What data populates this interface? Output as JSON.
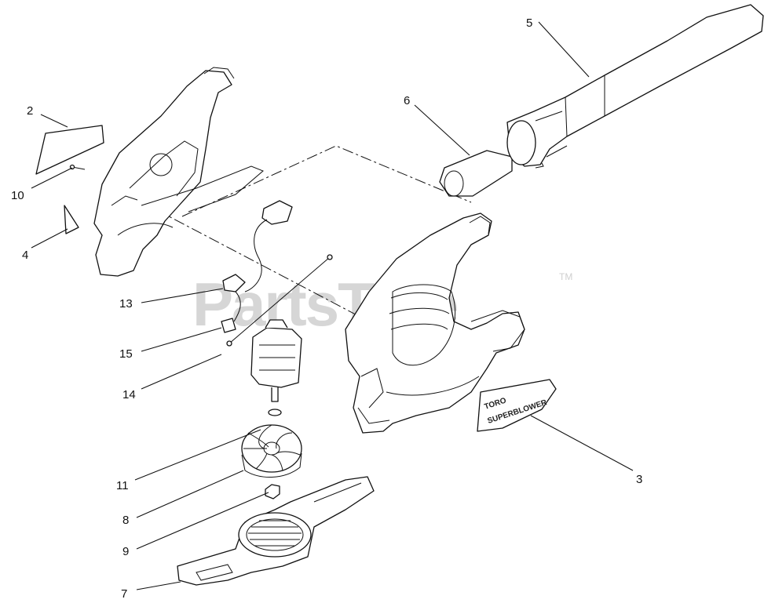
{
  "watermark": {
    "text": "PartsTree",
    "trademark": "TM"
  },
  "decal_text": {
    "line1": "TORO",
    "line2": "SUPERBLOWER"
  },
  "callouts": [
    {
      "id": "c2",
      "label": "2"
    },
    {
      "id": "c10",
      "label": "10"
    },
    {
      "id": "c4",
      "label": "4"
    },
    {
      "id": "c5",
      "label": "5"
    },
    {
      "id": "c6",
      "label": "6"
    },
    {
      "id": "c13",
      "label": "13"
    },
    {
      "id": "c15",
      "label": "15"
    },
    {
      "id": "c14",
      "label": "14"
    },
    {
      "id": "c11",
      "label": "11"
    },
    {
      "id": "c8",
      "label": "8"
    },
    {
      "id": "c9",
      "label": "9"
    },
    {
      "id": "c7",
      "label": "7"
    },
    {
      "id": "c3",
      "label": "3"
    }
  ]
}
